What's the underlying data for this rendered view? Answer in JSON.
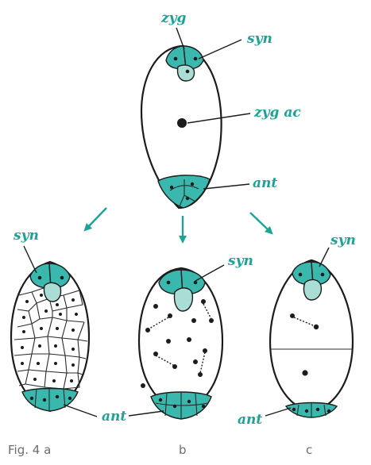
{
  "labels": {
    "zyg": "zyg",
    "syn_top": "syn",
    "zyg_ac": "zyg ac",
    "ant_top": "ant",
    "syn_a": "syn",
    "ant_a": "ant",
    "syn_b": "syn",
    "ant_b": "ant",
    "syn_c": "syn",
    "ant_c": "ant"
  },
  "caption": {
    "fig": "Fig. 4 a",
    "b": "b",
    "c": "c"
  },
  "colors": {
    "label": "#1aa396",
    "cell_fill": "#3bb8ad",
    "cell_light": "#a9ddd6",
    "arrow": "#1aa396"
  }
}
